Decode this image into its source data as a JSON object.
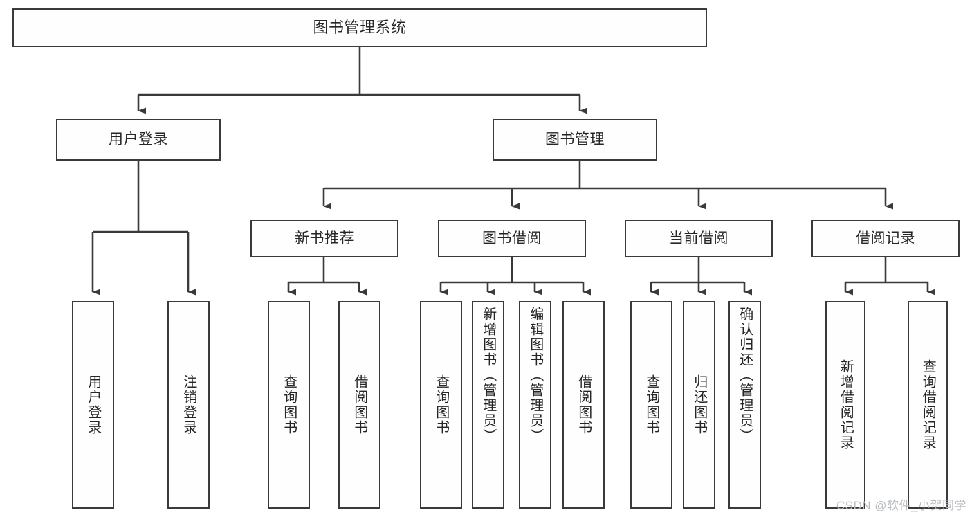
{
  "diagram": {
    "title": "图书管理系统",
    "type": "tree-hierarchy",
    "watermark": "CSDN @软件_小贺同学",
    "colors": {
      "background": "#ffffff",
      "box_fill": "#fefefe",
      "box_border": "#3a3a3a",
      "edge": "#3a3a3a",
      "text": "#262626",
      "watermark": "#b9bcc0"
    },
    "root": {
      "label": "图书管理系统"
    },
    "level2": [
      {
        "label": "用户登录"
      },
      {
        "label": "图书管理"
      }
    ],
    "level3": [
      {
        "label": "新书推荐"
      },
      {
        "label": "图书借阅"
      },
      {
        "label": "当前借阅"
      },
      {
        "label": "借阅记录"
      }
    ],
    "leaves": {
      "user_login": [
        {
          "label": "用户登录"
        },
        {
          "label": "注销登录"
        }
      ],
      "new_book_recommend": [
        {
          "label": "查询图书"
        },
        {
          "label": "借阅图书"
        }
      ],
      "book_borrow": [
        {
          "label": "查询图书"
        },
        {
          "label": "新增图书（管理员）"
        },
        {
          "label": "编辑图书（管理员）"
        },
        {
          "label": "借阅图书"
        }
      ],
      "current_borrow": [
        {
          "label": "查询图书"
        },
        {
          "label": "归还图书"
        },
        {
          "label": "确认归还（管理员）"
        }
      ],
      "borrow_record": [
        {
          "label": "新增借阅记录"
        },
        {
          "label": "查询借阅记录"
        }
      ]
    }
  }
}
